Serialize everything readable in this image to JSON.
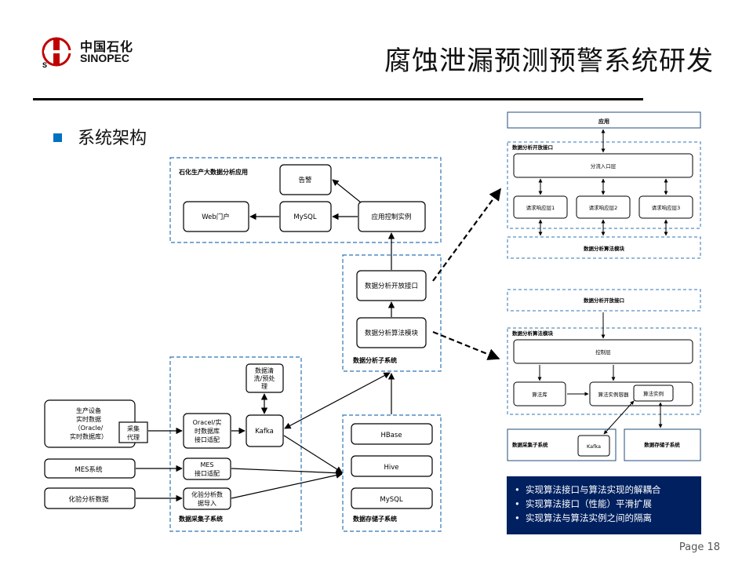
{
  "logo": {
    "cn": "中国石化",
    "en": "SINOPEC"
  },
  "title": "腐蚀泄漏预测预警系统研发",
  "section": "系统架构",
  "page": "Page 18",
  "colors": {
    "accent": "#0070c0",
    "dash_border": "#2e75b6",
    "panel": "#002060",
    "rule": "#000000"
  },
  "diagram": {
    "groups": {
      "app": "石化生产大数据分析应用",
      "analysis": "数据分析子系统",
      "collect": "数据采集子系统",
      "storage": "数据存储子系统"
    },
    "nodes": {
      "alarm": "告警",
      "web": "Web门户",
      "mysql_app": "MySQL",
      "app_ctrl": "应用控制实例",
      "open_api": "数据分析开放接口",
      "algo_mod": "数据分析算法模块",
      "clean": "数据清洗/预处理",
      "kafka": "Kafka",
      "oracle": "Oracel/实时数据库接口适配",
      "mes_adapter": "MES接口适配",
      "lab_import": "化验分析数据导入",
      "collect_agent": "采集代理",
      "prod_source": "生产设备实时数据(Oracle/实时数据库)",
      "mes_source": "MES系统",
      "lab_source": "化验分析数据",
      "hbase": "HBase",
      "hive": "Hive",
      "mysql_store": "MySQL"
    },
    "detail_top": {
      "app": "应用",
      "group": "数据分析开放接口",
      "router": "分流入口层",
      "resp1": "请求响应层1",
      "resp2": "请求响应层2",
      "resp3": "请求响应层3",
      "algo": "数据分析算法模块"
    },
    "detail_bottom": {
      "api": "数据分析开放接口",
      "group": "数据分析算法模块",
      "ctrl": "控制层",
      "lib": "算法库",
      "container": "算法实例容器",
      "instance": "算法实例",
      "collect": "数据采集子系统",
      "kafka": "Kafka",
      "storage": "数据存储子系统"
    }
  },
  "bullets": [
    "实现算法接口与算法实现的解耦合",
    "实现算法接口（性能）平滑扩展",
    "实现算法与算法实例之间的隔离"
  ]
}
